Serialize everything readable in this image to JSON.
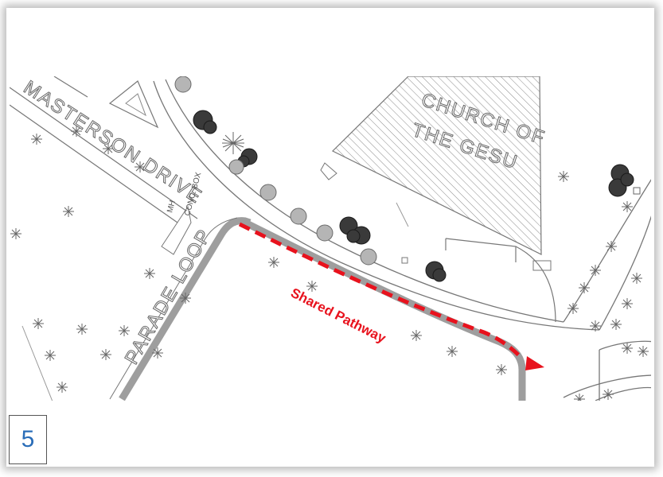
{
  "map": {
    "labels": {
      "street_1": "MASTERSON DRIVE",
      "street_2": "PARADE LOOP",
      "church_line_1": "CHURCH OF",
      "church_line_2": "THE GESU",
      "mh": "MH",
      "box": "CONC. BOX"
    },
    "pathway_label": "Shared Pathway",
    "colors": {
      "pathway": "#e8121d",
      "road": "#9e9e9e",
      "line": "#6a6a6a"
    }
  },
  "page_number": "5"
}
